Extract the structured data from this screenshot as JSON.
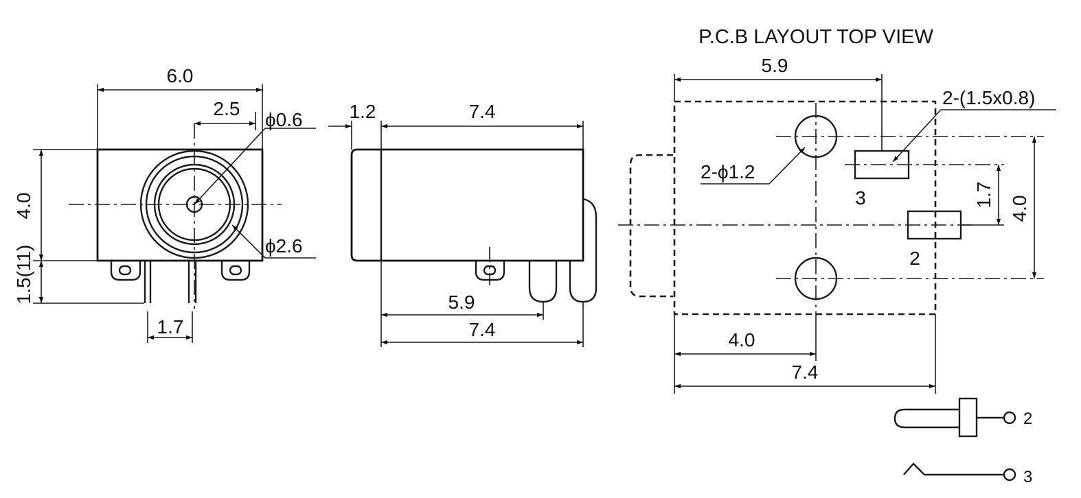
{
  "title": "P.C.B LAYOUT  TOP VIEW",
  "front_view": {
    "width": "6.0",
    "offset": "2.5",
    "pin_dia": "ϕ0.6",
    "bore_dia": "ϕ2.6",
    "height": "4.0",
    "pin_length": "1.5(11)",
    "pin_pitch": "1.7"
  },
  "side_view": {
    "lip": "1.2",
    "body_length": "7.4",
    "pin_position": "5.9",
    "overall_length": "7.4"
  },
  "pcb_layout": {
    "hole_span": "5.9",
    "pad_size": "2-(1.5x0.8)",
    "hole_dia": "2-ϕ1.2",
    "pad_pitch": "1.7",
    "height": "4.0",
    "pad_label_3": "3",
    "pad_label_2": "2",
    "hole_offset": "4.0",
    "overall_length": "7.4"
  },
  "schematic": {
    "terminal_2": "2",
    "terminal_3": "3"
  }
}
